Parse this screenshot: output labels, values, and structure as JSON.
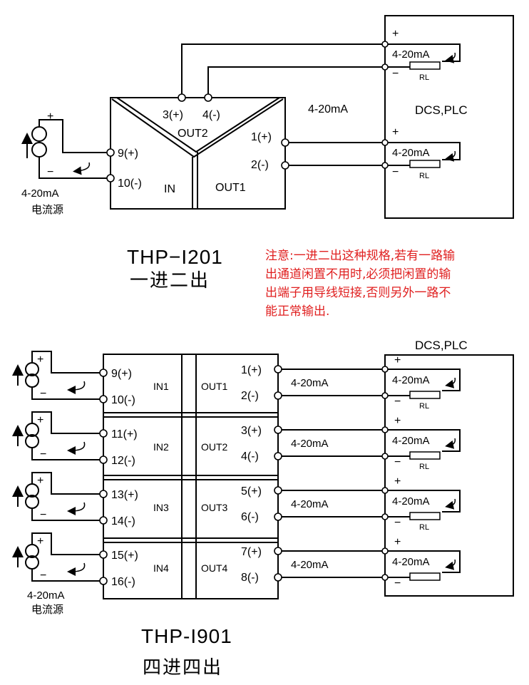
{
  "top": {
    "terminals": {
      "out2_pos": "3(+)",
      "out2_neg": "4(-)",
      "out2_label": "OUT2",
      "out1_pos": "1(+)",
      "out1_neg": "2(-)",
      "out1_label": "OUT1",
      "in_pos": "9(+)",
      "in_neg": "10(-)",
      "in_label": "IN"
    },
    "signal": "4-20mA",
    "dcs_label": "DCS,PLC",
    "loop_current": "4-20mA",
    "rl": "RL",
    "source_current": "4-20mA",
    "source_label": "电流源",
    "plus": "+",
    "minus": "−",
    "model": "THP−I201",
    "model_desc": "一进二出",
    "note_lines": [
      "注意:一进二出这种规格,若有一路输",
      "出通道闲置不用时,必须把闲置的输",
      "出端子用导线短接,否则另外一路不",
      "能正常输出."
    ]
  },
  "bottom": {
    "dcs_label": "DCS,PLC",
    "channels": [
      {
        "in_pos": "9(+)",
        "in_neg": "10(-)",
        "in_label": "IN1",
        "out_label": "OUT1",
        "out_pos": "1(+)",
        "out_neg": "2(-)",
        "signal": "4-20mA",
        "loop": "4-20mA",
        "rl": "RL"
      },
      {
        "in_pos": "11(+)",
        "in_neg": "12(-)",
        "in_label": "IN2",
        "out_label": "OUT2",
        "out_pos": "3(+)",
        "out_neg": "4(-)",
        "signal": "4-20mA",
        "loop": "4-20mA",
        "rl": "RL"
      },
      {
        "in_pos": "13(+)",
        "in_neg": "14(-)",
        "in_label": "IN3",
        "out_label": "OUT3",
        "out_pos": "5(+)",
        "out_neg": "6(-)",
        "signal": "4-20mA",
        "loop": "4-20mA",
        "rl": "RL"
      },
      {
        "in_pos": "15(+)",
        "in_neg": "16(-)",
        "in_label": "IN4",
        "out_label": "OUT4",
        "out_pos": "7(+)",
        "out_neg": "8(-)",
        "signal": "4-20mA",
        "loop": "4-20mA",
        "rl": ""
      }
    ],
    "source_current": "4-20mA",
    "source_label": "电流源",
    "plus": "+",
    "minus": "−",
    "model": "THP-I901",
    "model_desc": "四进四出"
  }
}
